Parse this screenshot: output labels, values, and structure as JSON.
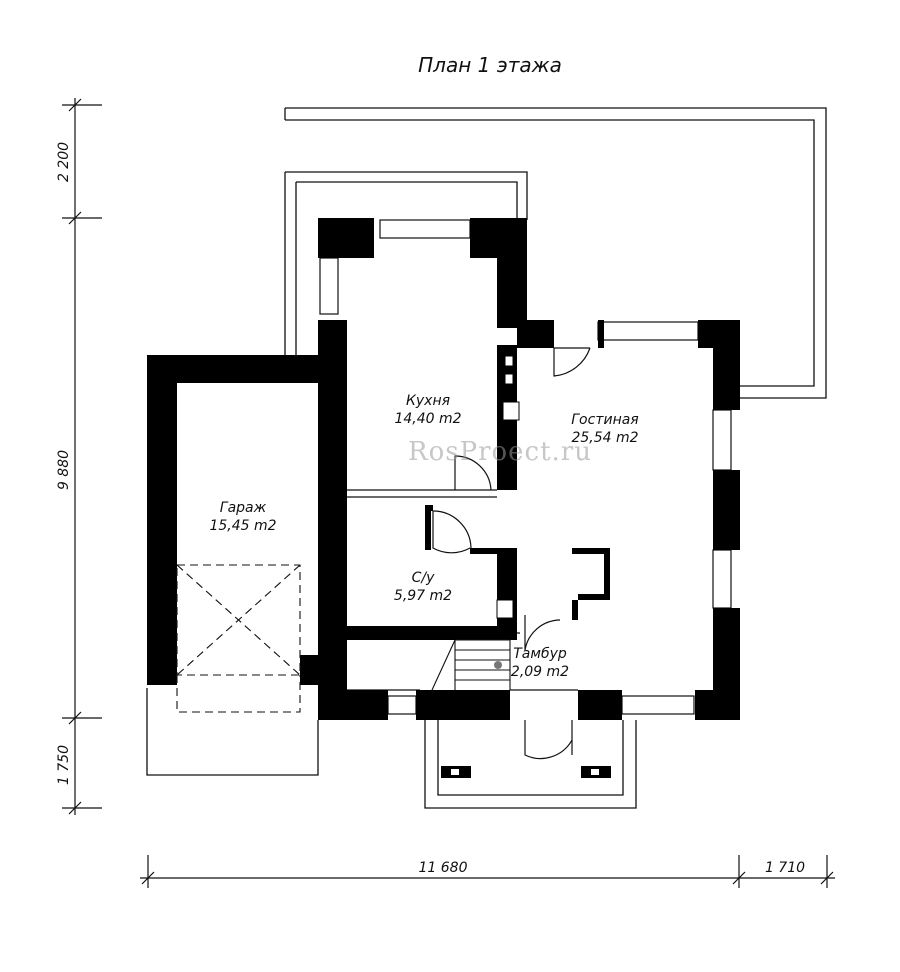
{
  "title": "План 1 этажа",
  "watermark": "RosProect.ru",
  "rooms": {
    "kitchen": {
      "name": "Кухня",
      "area": "14,40 m2"
    },
    "living": {
      "name": "Гостиная",
      "area": "25,54 m2"
    },
    "garage": {
      "name": "Гараж",
      "area": "15,45 m2"
    },
    "bathroom": {
      "name": "С/у",
      "area": "5,97 m2"
    },
    "vestibule": {
      "name": "Тамбур",
      "area": "2,09 m2"
    }
  },
  "dimensions": {
    "left_top": "2 200",
    "left_middle": "9 880",
    "left_bottom": "1 750",
    "bottom_main": "11 680",
    "bottom_right": "1 710"
  },
  "colors": {
    "wall": "#000000",
    "line": "#111111",
    "background": "#ffffff"
  }
}
